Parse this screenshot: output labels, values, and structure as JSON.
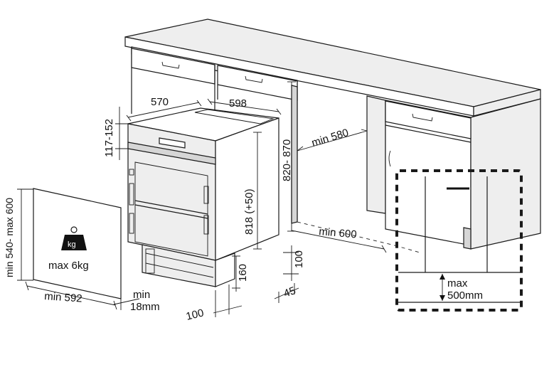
{
  "diagram": {
    "labels": {
      "depth_570": "570",
      "width_598": "598",
      "top_gap": "117-152",
      "height_range": "820- 870",
      "machine_height": "818 (+50)",
      "min_580": "min 580",
      "min_600": "min 600",
      "plinth_160": "160",
      "plinth_100": "100",
      "dim_45": "45",
      "front_100": "100",
      "door_height": "min 540- max 600",
      "door_width": "min 592",
      "door_weight": "max 6kg",
      "kg_icon": "kg",
      "thickness_min": "min",
      "thickness_value": "18mm",
      "max_label": "max",
      "max_value": "500mm"
    },
    "colors": {
      "line": "#1a1a1a",
      "surface": "#eeeeee",
      "shade": "#d6d6d6"
    }
  }
}
